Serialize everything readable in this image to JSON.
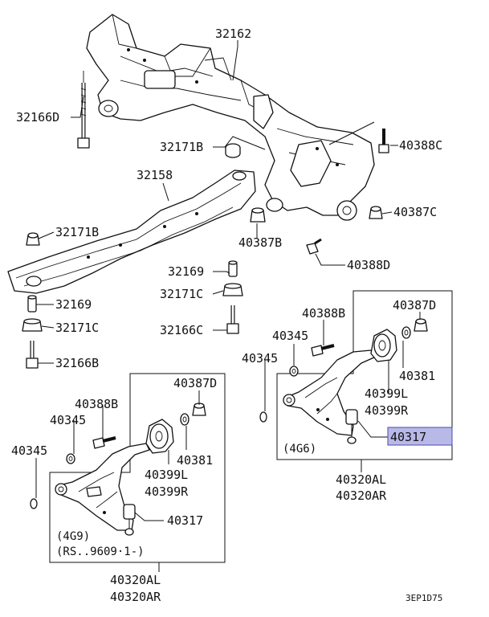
{
  "labels": {
    "l32162": "32162",
    "l32166D": "32166D",
    "l32171B_a": "32171B",
    "l32158": "32158",
    "l32171B_b": "32171B",
    "l32169_a": "32169",
    "l32171C_a": "32171C",
    "l32166B": "32166B",
    "l40388C": "40388C",
    "l40387C": "40387C",
    "l40387B": "40387B",
    "l40388D": "40388D",
    "l32169_b": "32169",
    "l32171C_b": "32171C",
    "l32166C": "32166C",
    "l40387D_r": "40387D",
    "l40388B_r": "40388B",
    "l40345_r1": "40345",
    "l40345_r2": "40345",
    "l40381_r": "40381",
    "l40399L_r": "40399L",
    "l40399R_r": "40399R",
    "l40317_r": "40317",
    "l4G6": "(4G6)",
    "l40320AL_r": "40320AL",
    "l40320AR_r": "40320AR",
    "l40387D_l": "40387D",
    "l40388B_l": "40388B",
    "l40345_l1": "40345",
    "l40345_l2": "40345",
    "l40399L_l": "40399L",
    "l40399R_l": "40399R",
    "l40381_l": "40381",
    "l40317_l": "40317",
    "l4G9": "(4G9)",
    "lRS": "(RS..9609·1-)",
    "l40320AL_l": "40320AL",
    "l40320AR_l": "40320AR",
    "code": "3EP1D75"
  },
  "highlight_color": "#b9b9e8"
}
